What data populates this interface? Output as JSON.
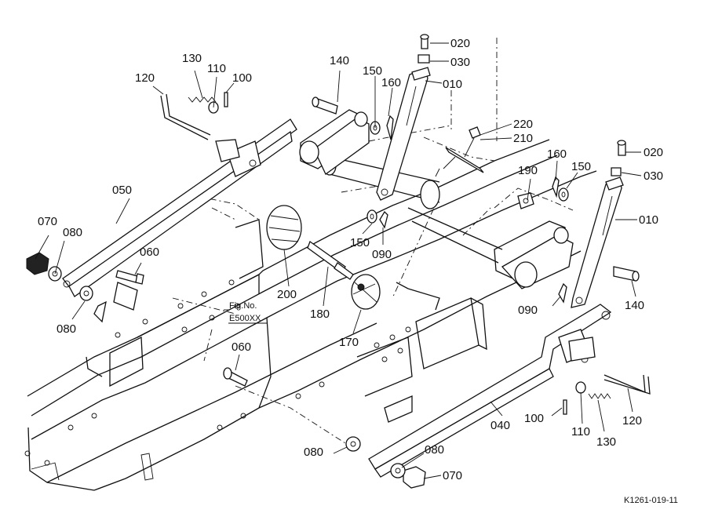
{
  "diagram": {
    "figure_ref_line1": "Fig.No.",
    "figure_ref_line2": "E500XX",
    "drawing_code": "K1261-019-11",
    "parts": {
      "p020a": "020",
      "p030a": "030",
      "p010a": "010",
      "p220": "220",
      "p210": "210",
      "p140a": "140",
      "p150a": "150",
      "p160a": "160",
      "p130a": "130",
      "p110a": "110",
      "p100a": "100",
      "p120a": "120",
      "p050": "050",
      "p070a": "070",
      "p080a": "080",
      "p060a": "060",
      "p080b": "080",
      "p200": "200",
      "p180": "180",
      "p170": "170",
      "p150b": "150",
      "p090a": "090",
      "p190": "190",
      "p160b": "160",
      "p150c": "150",
      "p020b": "020",
      "p030b": "030",
      "p010b": "010",
      "p140b": "140",
      "p090b": "090",
      "p060b": "060",
      "p040": "040",
      "p100b": "100",
      "p110b": "110",
      "p130b": "130",
      "p120b": "120",
      "p080c": "080",
      "p080d": "080",
      "p070b": "070"
    }
  }
}
